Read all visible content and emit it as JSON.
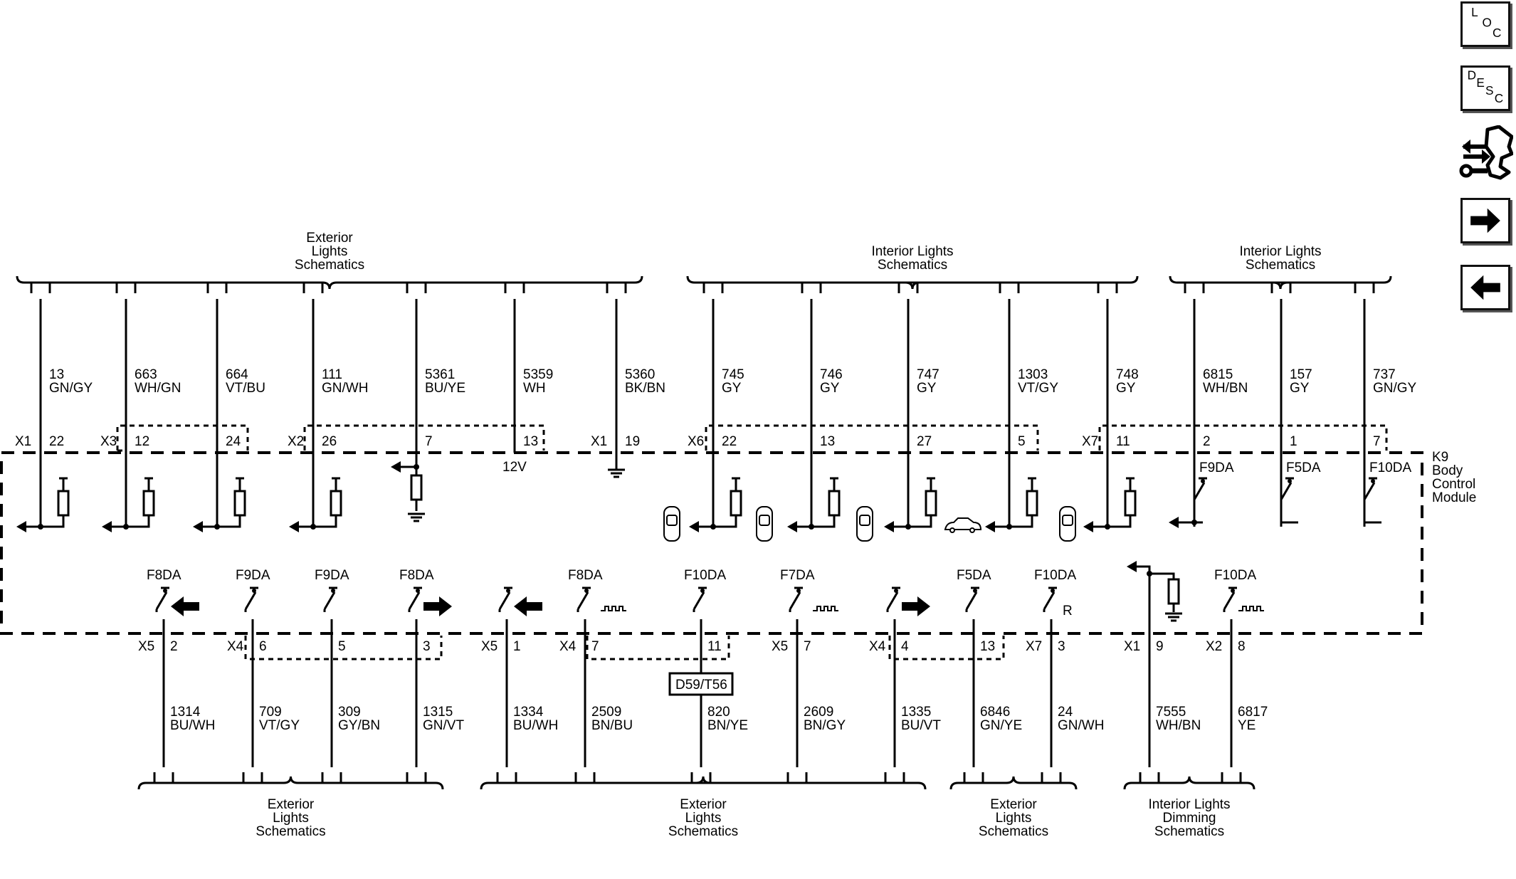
{
  "module": {
    "label_lines": [
      "K9",
      "Body",
      "Control",
      "Module"
    ]
  },
  "toolbar": {
    "loc_letters": [
      "L",
      "O",
      "C"
    ],
    "desc_letters": [
      "D",
      "E",
      "S",
      "C"
    ]
  },
  "top_groups": [
    {
      "title_lines": [
        "Exterior",
        "Lights",
        "Schematics"
      ]
    },
    {
      "title_lines": [
        "Interior Lights",
        "Schematics"
      ]
    },
    {
      "title_lines": [
        "Interior Lights",
        "Schematics"
      ]
    }
  ],
  "bottom_groups": [
    {
      "title_lines": [
        "Exterior",
        "Lights",
        "Schematics"
      ]
    },
    {
      "title_lines": [
        "Exterior",
        "Lights",
        "Schematics"
      ]
    },
    {
      "title_lines": [
        "Exterior",
        "Lights",
        "Schematics"
      ]
    },
    {
      "title_lines": [
        "Interior Lights",
        "Dimming",
        "Schematics"
      ]
    }
  ],
  "top_wires": [
    {
      "circuit": "13",
      "color": "GN/GY",
      "connector": "X1",
      "pin": "22"
    },
    {
      "circuit": "663",
      "color": "WH/GN",
      "connector": "X3",
      "pin": "12"
    },
    {
      "circuit": "664",
      "color": "VT/BU",
      "connector": "",
      "pin": "24"
    },
    {
      "circuit": "111",
      "color": "GN/WH",
      "connector": "X2",
      "pin": "26"
    },
    {
      "circuit": "5361",
      "color": "BU/YE",
      "connector": "",
      "pin": "7"
    },
    {
      "circuit": "5359",
      "color": "WH",
      "connector": "",
      "pin": "13",
      "note": "12V"
    },
    {
      "circuit": "5360",
      "color": "BK/BN",
      "connector": "X1",
      "pin": "19"
    },
    {
      "circuit": "745",
      "color": "GY",
      "connector": "X6",
      "pin": "22"
    },
    {
      "circuit": "746",
      "color": "GY",
      "connector": "",
      "pin": "13"
    },
    {
      "circuit": "747",
      "color": "GY",
      "connector": "",
      "pin": "27"
    },
    {
      "circuit": "1303",
      "color": "VT/GY",
      "connector": "",
      "pin": "5"
    },
    {
      "circuit": "748",
      "color": "GY",
      "connector": "X7",
      "pin": "11"
    },
    {
      "circuit": "6815",
      "color": "WH/BN",
      "connector": "",
      "pin": "2",
      "switch": "F9DA"
    },
    {
      "circuit": "157",
      "color": "GY",
      "connector": "",
      "pin": "1",
      "switch": "F5DA"
    },
    {
      "circuit": "737",
      "color": "GN/GY",
      "connector": "",
      "pin": "7",
      "switch": "F10DA"
    }
  ],
  "bottom_wires": [
    {
      "circuit": "1314",
      "color": "BU/WH",
      "connector": "X5",
      "pin": "2",
      "switch": "F8DA"
    },
    {
      "circuit": "709",
      "color": "VT/GY",
      "connector": "X4",
      "pin": "6",
      "switch": "F9DA"
    },
    {
      "circuit": "309",
      "color": "GY/BN",
      "connector": "",
      "pin": "5",
      "switch": "F9DA"
    },
    {
      "circuit": "1315",
      "color": "GN/VT",
      "connector": "",
      "pin": "3",
      "switch": "F8DA"
    },
    {
      "circuit": "1334",
      "color": "BU/WH",
      "connector": "X5",
      "pin": "1",
      "switch": ""
    },
    {
      "circuit": "2509",
      "color": "BN/BU",
      "connector": "X4",
      "pin": "7",
      "switch": "F8DA"
    },
    {
      "circuit": "820",
      "color": "BN/YE",
      "connector": "",
      "pin": "11",
      "switch": "F10DA",
      "device": "D59/T56"
    },
    {
      "circuit": "2609",
      "color": "BN/GY",
      "connector": "X5",
      "pin": "7",
      "switch": "F7DA"
    },
    {
      "circuit": "1335",
      "color": "BU/VT",
      "connector": "X4",
      "pin": "4",
      "switch": ""
    },
    {
      "circuit": "6846",
      "color": "GN/YE",
      "connector": "",
      "pin": "13",
      "switch": "F5DA"
    },
    {
      "circuit": "24",
      "color": "GN/WH",
      "connector": "X7",
      "pin": "3",
      "switch": "F10DA",
      "mark": "R"
    },
    {
      "circuit": "7555",
      "color": "WH/BN",
      "connector": "X1",
      "pin": "9",
      "switch": ""
    },
    {
      "circuit": "6817",
      "color": "YE",
      "connector": "X2",
      "pin": "8",
      "switch": "F10DA"
    }
  ]
}
